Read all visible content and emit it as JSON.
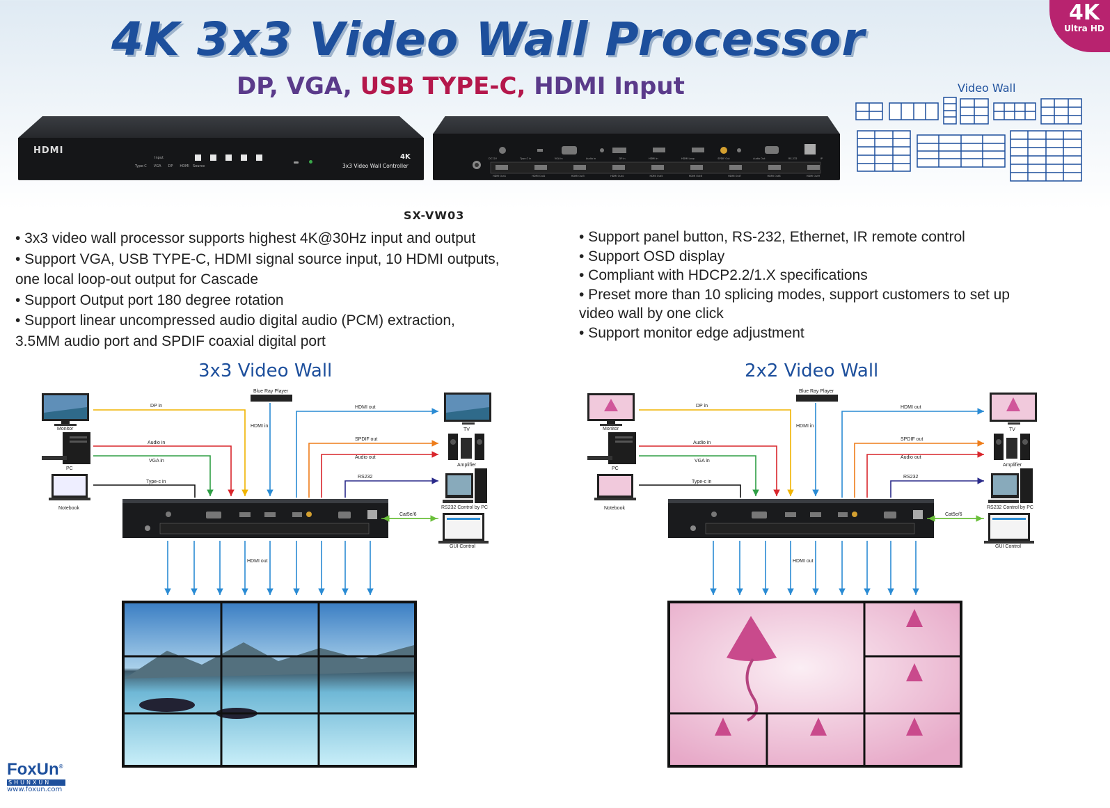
{
  "header": {
    "title": "4K 3x3 Video Wall Processor",
    "subtitle_part1": "DP, VGA, ",
    "subtitle_part2": "USB TYPE-C, ",
    "subtitle_part3": "HDMI Input",
    "badge_line1": "4K",
    "badge_line2": "Ultra HD",
    "video_wall_label": "Video Wall",
    "model": "SX-VW03"
  },
  "front_panel": {
    "logo": "HDMI",
    "input_label": "Input",
    "input_ports": [
      "Type-C",
      "VGA",
      "DP",
      "HDMI"
    ],
    "source_label": "Source",
    "brand_4k": "4K",
    "device_name": "3x3 Video Wall Controller"
  },
  "rear_panel": {
    "top_ports": [
      "DC12V",
      "Type-C in",
      "VGA in",
      "Audio in",
      "DP in",
      "HDMI in",
      "HDMI Loop",
      "SPDIF Out",
      "Audio Out",
      "RS-232",
      "IP"
    ],
    "bottom_ports": [
      "HDMI Out1",
      "HDMI Out2",
      "HDMI Out3",
      "HDMI Out4",
      "HDMI Out5",
      "HDMI Out6",
      "HDMI Out7",
      "HDMI Out8",
      "HDMI Out9"
    ]
  },
  "features_left": [
    "• 3x3 video wall processor supports highest 4K@30Hz input and output",
    "• Support VGA, USB TYPE-C, HDMI signal source input, 10 HDMI outputs,",
    "   one local loop-out output for Cascade",
    "• Support Output port 180 degree rotation",
    "• Support linear uncompressed audio digital audio (PCM) extraction,",
    "   3.5MM audio port and SPDIF coaxial digital port"
  ],
  "features_right": [
    "• Support panel button, RS-232, Ethernet, IR remote control",
    "• Support OSD display",
    "• Compliant with HDCP2.2/1.X specifications",
    "• Preset more than 10 splicing modes, support customers to set up",
    "   video wall by one click",
    "• Support monitor edge adjustment"
  ],
  "diagram_left": {
    "heading": "3x3 Video Wall",
    "labels": {
      "monitor": "Monitor",
      "pc": "PC",
      "notebook": "Notebook",
      "bluray": "Blue Ray Player",
      "tv": "TV",
      "amplifier": "Amplifier",
      "rs232pc": "RS232 Control by PC",
      "gui": "GUI Control",
      "dp_in": "DP in",
      "audio_in": "Audio in",
      "vga_in": "VGA in",
      "typec_in": "Type-c in",
      "hdmi_in": "HDMI in",
      "hdmi_out_top": "HDMI out",
      "spdif_out": "SPDIF out",
      "audio_out": "Audio out",
      "rs232": "RS232",
      "cat": "Cat5e/6",
      "hdmi_out": "HDMI out"
    }
  },
  "diagram_right": {
    "heading": "2x2 Video Wall",
    "labels": {
      "monitor": "Monitor",
      "pc": "PC",
      "notebook": "Notebook",
      "bluray": "Blue Ray Player",
      "tv": "TV",
      "amplifier": "Amplifier",
      "rs232pc": "RS232 Control by PC",
      "gui": "GUI Control",
      "dp_in": "DP in",
      "audio_in": "Audio in",
      "vga_in": "VGA in",
      "typec_in": "Type-c in",
      "hdmi_in": "HDMI in",
      "hdmi_out_top": "HDMI out",
      "spdif_out": "SPDIF out",
      "audio_out": "Audio out",
      "rs232": "RS232",
      "cat": "Cat5e/6",
      "hdmi_out": "HDMI out"
    }
  },
  "colors": {
    "dp": "#f0b400",
    "audio": "#d9262c",
    "vga": "#2e9e44",
    "typec": "#111111",
    "hdmi": "#2a8bd4",
    "spdif": "#ee7d1a",
    "rs232": "#2a2a8a",
    "cat": "#6abf3a"
  },
  "footer": {
    "brand": "FoxUn",
    "registered": "®",
    "brand_sub": "SHUNXUN",
    "url": "www.foxun.com"
  }
}
